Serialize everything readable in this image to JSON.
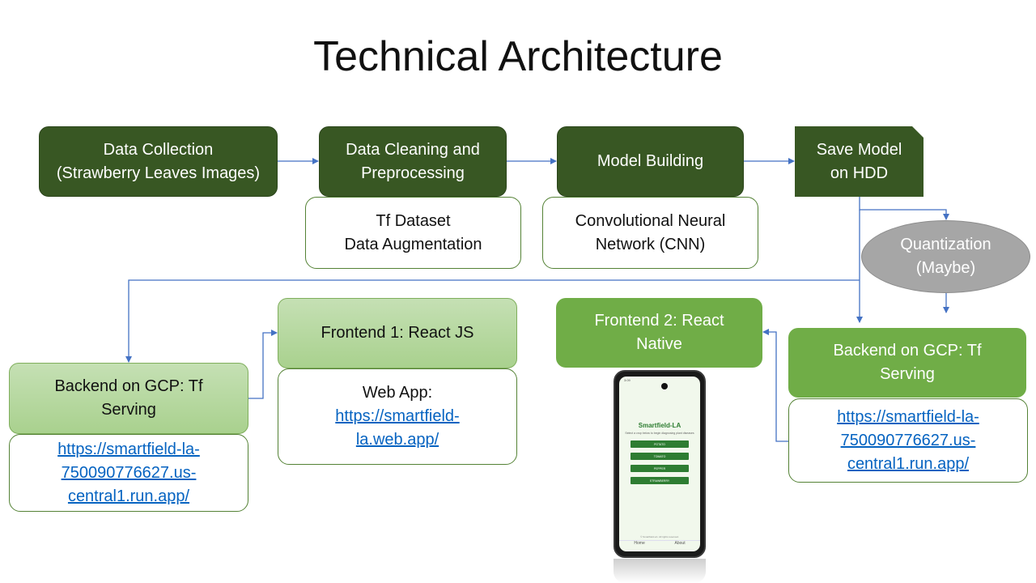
{
  "title": "Technical Architecture",
  "pipeline": {
    "data_collection": "Data Collection\n(Strawberry Leaves Images)",
    "data_cleaning": "Data Cleaning and\nPreprocessing",
    "model_building": "Model Building",
    "save_model": "Save Model\non HDD"
  },
  "details": {
    "cleaning_detail": "Tf Dataset\nData Augmentation",
    "model_detail": "Convolutional Neural\nNetwork (CNN)"
  },
  "quantization": "Quantization\n(Maybe)",
  "backend_left": {
    "label": "Backend on GCP: Tf\nServing",
    "url_lines": [
      "https://smartfield-la-",
      "750090776627.us-",
      "central1.run.app/"
    ]
  },
  "frontend_1": {
    "label": "Frontend 1: React JS",
    "web_app_label": "Web App:",
    "url_lines": [
      "https://smartfield-",
      "la.web.app/"
    ]
  },
  "frontend_2": {
    "label": "Frontend 2: React\nNative"
  },
  "backend_right": {
    "label": "Backend on GCP: Tf\nServing",
    "url_lines": [
      "https://smartfield-la-",
      "750090776627.us-",
      "central1.run.app/"
    ]
  },
  "phone": {
    "status_time": "3:09",
    "brand": "Smartfield-LA",
    "subtitle": "Select a crop below to begin diagnosing plant diseases",
    "buttons": [
      "POTATO",
      "TOMATO",
      "PEPPER",
      "STRAWBERRY"
    ],
    "footer": "© Smartfield-LA. All rights reserved.",
    "nav_home": "Home",
    "nav_about": "About"
  },
  "colors": {
    "dark_green": "#385723",
    "mid_green": "#70ad47",
    "light_green": "#a9d18e",
    "connector": "#4472c4",
    "link": "#0563c1",
    "ellipse_gray": "#a6a6a6"
  }
}
